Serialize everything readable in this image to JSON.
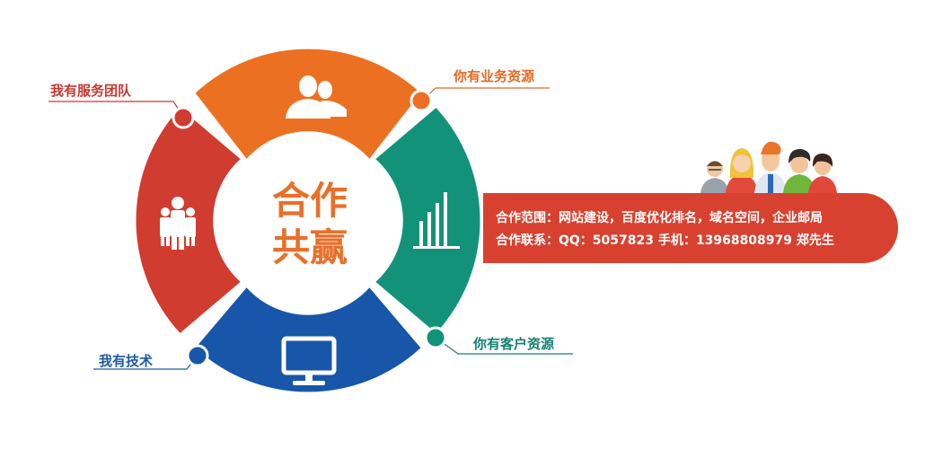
{
  "center": {
    "line1": "合作",
    "line2": "共赢"
  },
  "callouts": {
    "team": "我有服务团队",
    "business": "你有业务资源",
    "customers": "你有客户资源",
    "tech": "我有技术"
  },
  "banner": {
    "scope": "合作范围：网站建设，百度优化排名，域名空间，企业邮局",
    "contact": "合作联系：QQ：5057823 手机：13968808979 郑先生"
  },
  "colors": {
    "orange": "#ec7022",
    "green": "#13927a",
    "blue": "#1756a8",
    "red": "#d03c2f",
    "banner": "#d8412f"
  },
  "icons": {
    "top": "two-people-icon",
    "right": "bar-chart-icon",
    "bottom": "monitor-icon",
    "left": "group-icon"
  }
}
